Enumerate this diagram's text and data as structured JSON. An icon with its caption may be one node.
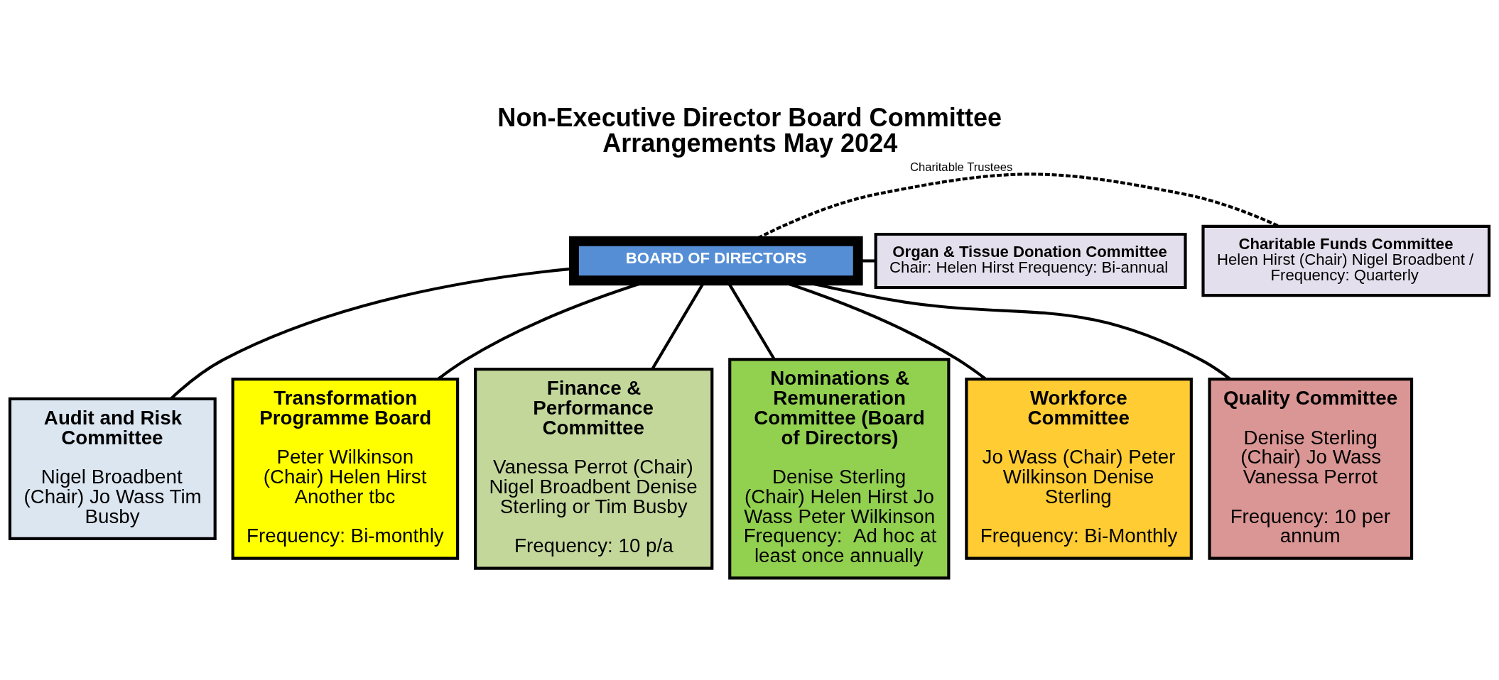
{
  "diagram": {
    "title": "Non-Executive Director Board Committee Arrangements May 2024",
    "nodes": [
      {
        "text": [
          "BOARD OF DIRECTORS"
        ]
      },
      {
        "text": [
          "Charitable Funds Committee",
          "Helen Hirst (Chair) Nigel Broadbent / Frequency: Quarterly"
        ]
      },
      {
        "text": [
          "Organ & Tissue Donation Committee",
          "Chair: Helen Hirst Frequency: Bi-annual"
        ]
      },
      {
        "text": [
          "Audit and Risk Committee",
          "Nigel Broadbent (Chair) Jo Wass Tim Busby"
        ]
      },
      {
        "text": [
          "Transformation Programme Board",
          "Peter Wilkinson (Chair) Helen Hirst Another tbc",
          "Frequency: Bi-monthly"
        ]
      },
      {
        "text": [
          "Finance & Performance Committee",
          "Vanessa Perrot (Chair) Nigel Broadbent Denise Sterling or Tim Busby",
          "Frequency: 10 p/a"
        ]
      },
      {
        "text": [
          "Nominations & Remuneration Committee (Board of Directors)",
          "Denise Sterling (Chair) Helen Hirst Jo Wass Peter Wilkinson Frequency:  Ad hoc at least once annually"
        ]
      },
      {
        "text": [
          "Workforce Committee",
          "Jo Wass (Chair) Peter Wilkinson Denise Sterling",
          "Frequency: Bi-Monthly"
        ]
      },
      {
        "text": [
          "Quality Committee",
          "Denise Sterling (Chair) Jo Wass Vanessa Perrot",
          "Frequency: 10 per annum"
        ]
      }
    ],
    "edges": [
      {
        "from": 0,
        "to": 1,
        "arrow": "none",
        "label": "Charitable Trustees",
        "style": "dashed"
      },
      {
        "from": 0,
        "to": 2,
        "arrow": "none"
      },
      {
        "from": 0,
        "to": 3,
        "arrow": "none"
      },
      {
        "from": 0,
        "to": 4,
        "arrow": "none"
      },
      {
        "from": 0,
        "to": 5,
        "arrow": "none"
      },
      {
        "from": 0,
        "to": 6,
        "arrow": "none"
      },
      {
        "from": 0,
        "to": 7,
        "arrow": "none"
      },
      {
        "from": 0,
        "to": 8,
        "arrow": "none"
      }
    ]
  }
}
